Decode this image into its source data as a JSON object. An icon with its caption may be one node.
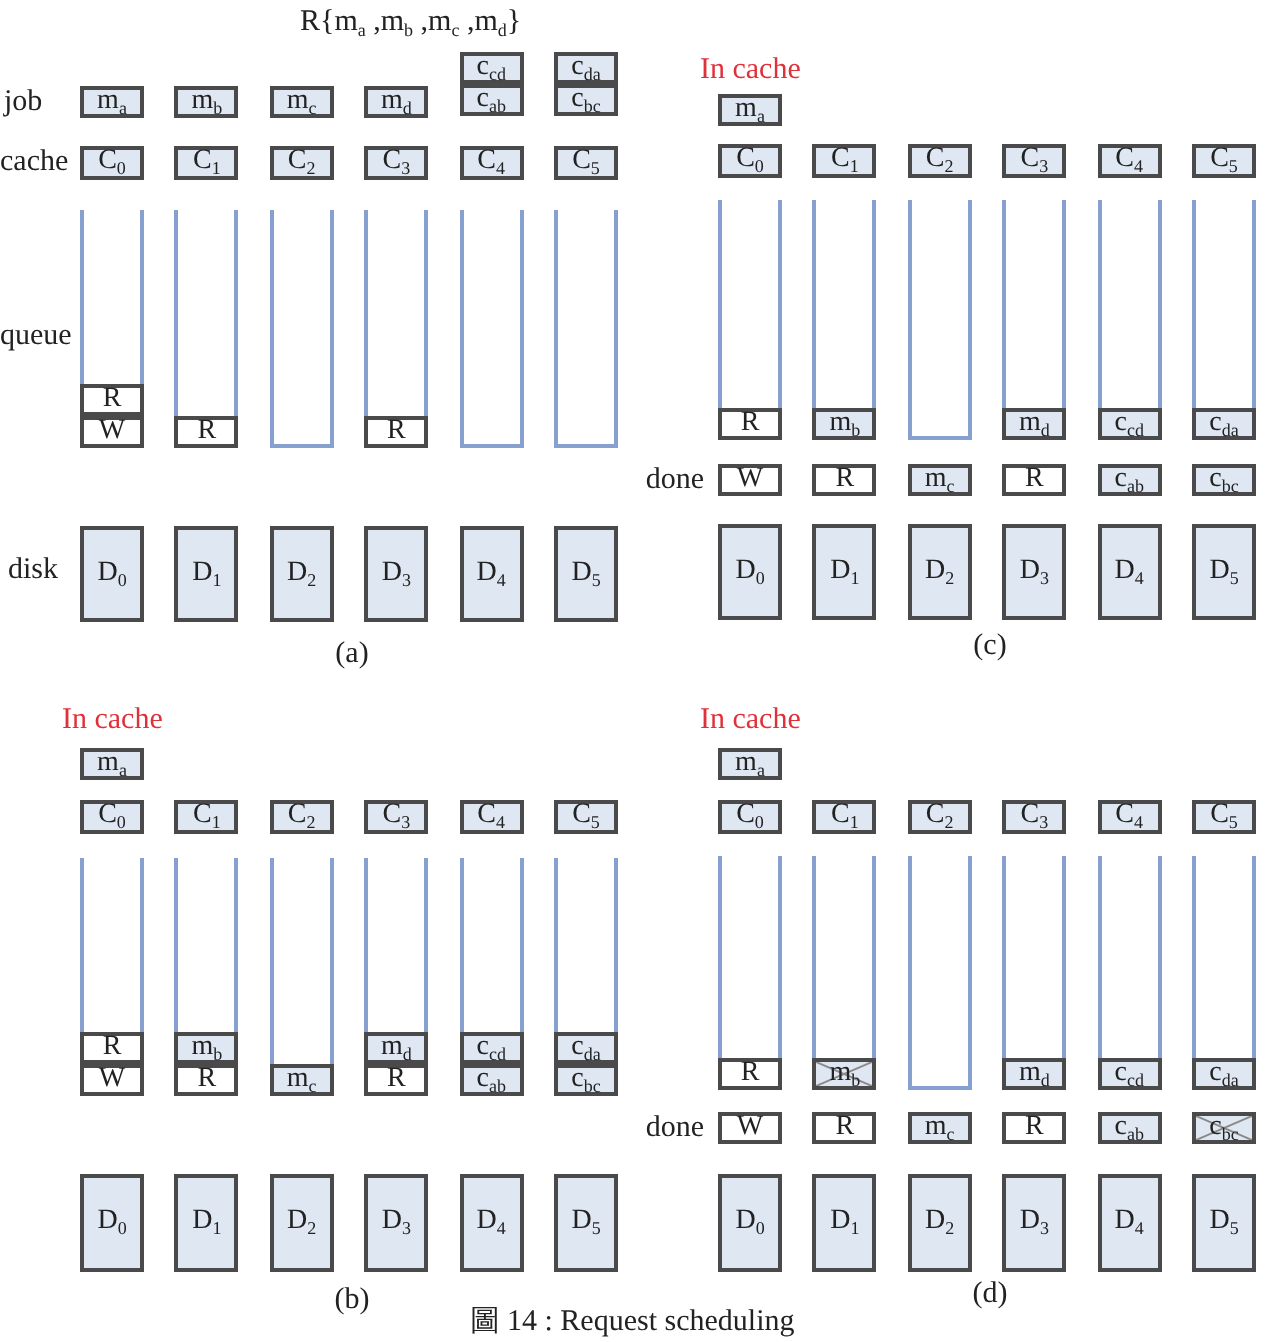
{
  "diagram": {
    "title": "R{m$_{a}$ ,m$_{b}$ ,m$_{c}$ ,m$_{d}$}",
    "caption": "圖 14 : Request scheduling",
    "nodes": [
      {
        "text": [
          "m$_{a}$"
        ]
      },
      {
        "text": [
          "m$_{b}$"
        ]
      },
      {
        "text": [
          "m$_{c}$"
        ]
      },
      {
        "text": [
          "m$_{d}$"
        ]
      },
      {
        "text": [
          "c$_{cd}$"
        ]
      },
      {
        "text": [
          "c$_{ab}$"
        ]
      },
      {
        "text": [
          "c$_{da}$"
        ]
      },
      {
        "text": [
          "c$_{bc}$"
        ]
      },
      {
        "text": [
          "C$_{0}$"
        ]
      },
      {
        "text": [
          "C$_{1}$"
        ]
      },
      {
        "text": [
          "C$_{2}$"
        ]
      },
      {
        "text": [
          "C$_{3}$"
        ]
      },
      {
        "text": [
          "C$_{4}$"
        ]
      },
      {
        "text": [
          "C$_{5}$"
        ]
      },
      {
        "text": [],
        "shape": "box"
      },
      {
        "text": [
          "R"
        ],
        "in": 14
      },
      {
        "text": [
          "W"
        ],
        "in": 14
      },
      {
        "text": [],
        "shape": "box"
      },
      {
        "text": [
          "R"
        ],
        "in": 17
      },
      {
        "text": [],
        "shape": "box"
      },
      {
        "text": [],
        "shape": "box"
      },
      {
        "text": [
          "R"
        ],
        "in": 20
      },
      {
        "text": [],
        "shape": "box"
      },
      {
        "text": [],
        "shape": "box"
      },
      {
        "text": [
          "D$_{0}$"
        ]
      },
      {
        "text": [
          "D$_{1}$"
        ]
      },
      {
        "text": [
          "D$_{2}$"
        ]
      },
      {
        "text": [
          "D$_{3}$"
        ]
      },
      {
        "text": [
          "D$_{4}$"
        ]
      },
      {
        "text": [
          "D$_{5}$"
        ]
      },
      {
        "text": [
          "m$_{a}$"
        ]
      },
      {
        "text": [
          "C$_{0}$"
        ]
      },
      {
        "text": [
          "C$_{1}$"
        ]
      },
      {
        "text": [
          "C$_{2}$"
        ]
      },
      {
        "text": [
          "C$_{3}$"
        ]
      },
      {
        "text": [
          "C$_{4}$"
        ]
      },
      {
        "text": [
          "C$_{5}$"
        ]
      },
      {
        "text": [],
        "shape": "box"
      },
      {
        "text": [
          "R"
        ],
        "in": 37
      },
      {
        "text": [],
        "shape": "box"
      },
      {
        "text": [
          "m$_{b}$"
        ],
        "in": 39
      },
      {
        "text": [],
        "shape": "box"
      },
      {
        "text": [],
        "shape": "box"
      },
      {
        "text": [
          "m$_{d}$"
        ],
        "in": 42
      },
      {
        "text": [],
        "shape": "box"
      },
      {
        "text": [
          "c$_{cd}$"
        ],
        "in": 44
      },
      {
        "text": [],
        "shape": "box"
      },
      {
        "text": [
          "c$_{da}$"
        ],
        "in": 46
      },
      {
        "text": [
          "W"
        ]
      },
      {
        "text": [
          "R"
        ]
      },
      {
        "text": [
          "m$_{c}$"
        ]
      },
      {
        "text": [
          "R"
        ]
      },
      {
        "text": [
          "c$_{ab}$"
        ]
      },
      {
        "text": [
          "c$_{bc}$"
        ]
      },
      {
        "text": [
          "D$_{0}$"
        ]
      },
      {
        "text": [
          "D$_{1}$"
        ]
      },
      {
        "text": [
          "D$_{2}$"
        ]
      },
      {
        "text": [
          "D$_{3}$"
        ]
      },
      {
        "text": [
          "D$_{4}$"
        ]
      },
      {
        "text": [
          "D$_{5}$"
        ]
      },
      {
        "text": [
          "m$_{a}$"
        ]
      },
      {
        "text": [
          "C$_{0}$"
        ]
      },
      {
        "text": [
          "C$_{1}$"
        ]
      },
      {
        "text": [
          "C$_{2}$"
        ]
      },
      {
        "text": [
          "C$_{3}$"
        ]
      },
      {
        "text": [
          "C$_{4}$"
        ]
      },
      {
        "text": [
          "C$_{5}$"
        ]
      },
      {
        "text": [],
        "shape": "box"
      },
      {
        "text": [
          "R"
        ],
        "in": 67
      },
      {
        "text": [
          "W"
        ],
        "in": 67
      },
      {
        "text": [],
        "shape": "box"
      },
      {
        "text": [
          "m$_{b}$"
        ],
        "in": 70
      },
      {
        "text": [
          "R"
        ],
        "in": 70
      },
      {
        "text": [],
        "shape": "box"
      },
      {
        "text": [
          "m$_{c}$"
        ],
        "in": 73
      },
      {
        "text": [],
        "shape": "box"
      },
      {
        "text": [
          "m$_{d}$"
        ],
        "in": 75
      },
      {
        "text": [
          "R"
        ],
        "in": 75
      },
      {
        "text": [],
        "shape": "box"
      },
      {
        "text": [
          "c$_{cd}$"
        ],
        "in": 78
      },
      {
        "text": [
          "c$_{ab}$"
        ],
        "in": 78
      },
      {
        "text": [],
        "shape": "box"
      },
      {
        "text": [
          "c$_{da}$"
        ],
        "in": 81
      },
      {
        "text": [
          "c$_{bc}$"
        ],
        "in": 81
      },
      {
        "text": [
          "D$_{0}$"
        ]
      },
      {
        "text": [
          "D$_{1}$"
        ]
      },
      {
        "text": [
          "D$_{2}$"
        ]
      },
      {
        "text": [
          "D$_{3}$"
        ]
      },
      {
        "text": [
          "D$_{4}$"
        ]
      },
      {
        "text": [
          "D$_{5}$"
        ]
      },
      {
        "text": [
          "m$_{a}$"
        ]
      },
      {
        "text": [
          "C$_{0}$"
        ]
      },
      {
        "text": [
          "C$_{1}$"
        ]
      },
      {
        "text": [
          "C$_{2}$"
        ]
      },
      {
        "text": [
          "C$_{3}$"
        ]
      },
      {
        "text": [
          "C$_{4}$"
        ]
      },
      {
        "text": [
          "C$_{5}$"
        ]
      },
      {
        "text": [],
        "shape": "box"
      },
      {
        "text": [
          "R"
        ],
        "in": 97
      },
      {
        "text": [],
        "shape": "box"
      },
      {
        "text": [
          "m$_{b}$"
        ],
        "in": 99
      },
      {
        "text": [],
        "shape": "box"
      },
      {
        "text": [],
        "shape": "box"
      },
      {
        "text": [
          "m$_{d}$"
        ],
        "in": 102
      },
      {
        "text": [],
        "shape": "box"
      },
      {
        "text": [
          "c$_{cd}$"
        ],
        "in": 104
      },
      {
        "text": [],
        "shape": "box"
      },
      {
        "text": [
          "c$_{da}$"
        ],
        "in": 106
      },
      {
        "text": [
          "W"
        ]
      },
      {
        "text": [
          "R"
        ]
      },
      {
        "text": [
          "m$_{c}$"
        ]
      },
      {
        "text": [
          "R"
        ]
      },
      {
        "text": [
          "c$_{ab}$"
        ]
      },
      {
        "text": [
          "c$_{bc}$"
        ]
      },
      {
        "text": [
          "D$_{0}$"
        ]
      },
      {
        "text": [
          "D$_{1}$"
        ]
      },
      {
        "text": [
          "D$_{2}$"
        ]
      },
      {
        "text": [
          "D$_{3}$"
        ]
      },
      {
        "text": [
          "D$_{4}$"
        ]
      },
      {
        "text": [
          "D$_{5}$"
        ]
      }
    ],
    "labels": [
      "job",
      "cache",
      "queue",
      "disk",
      "(a)",
      "In cache",
      "done",
      "(c)",
      "In cache",
      "(b)",
      "In cache",
      "done",
      "(d)"
    ]
  }
}
